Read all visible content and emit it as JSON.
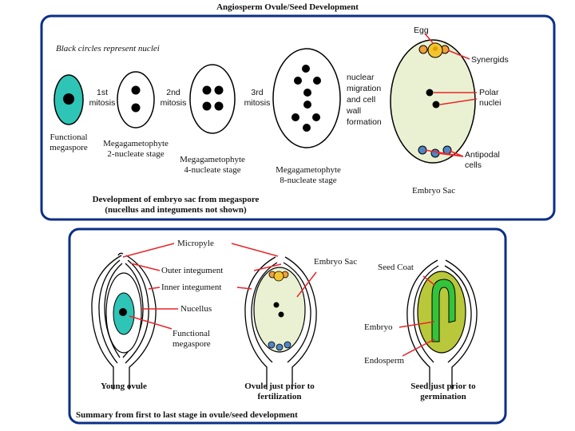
{
  "title": "Angiosperm Ovule/Seed Development",
  "colors": {
    "frame": "#0b2f86",
    "teal": "#2ec4b6",
    "embryo_sac": "#eaf1d3",
    "endosperm": "#b9c83a",
    "embryo": "#33c43c",
    "yellow": "#f4c430",
    "orange": "#f2a03a",
    "blue": "#4f86c6",
    "pointer": "#e8262b"
  },
  "top_panel": {
    "note": "Black circles represent nuclei",
    "stages": [
      {
        "label1": "Functional",
        "label2": "megaspore"
      },
      {
        "label1": "Megagametophyte",
        "label2": "2-nucleate stage"
      },
      {
        "label1": "Megagametophyte",
        "label2": "4-nucleate stage"
      },
      {
        "label1": "Megagametophyte",
        "label2": "8-nucleate stage"
      }
    ],
    "mitosis": [
      {
        "line1": "1st",
        "line2": "mitosis"
      },
      {
        "line1": "2nd",
        "line2": "mitosis"
      },
      {
        "line1": "3rd",
        "line2": "mitosis"
      }
    ],
    "migration": [
      "nuclear",
      "migration",
      "and cell",
      "wall",
      "formation"
    ],
    "sac_labels": {
      "egg": "Egg",
      "synergids": "Synergids",
      "polar1": "Polar",
      "polar2": "nuclei",
      "antipodal1": "Antipodal",
      "antipodal2": "cells",
      "embryo_sac": "Embryo Sac"
    },
    "caption1": "Development of embryo sac from megaspore",
    "caption2": "(nucellus and integuments not shown)"
  },
  "bottom_panel": {
    "labels": {
      "micropyle": "Micropyle",
      "outer_integument": "Outer integument",
      "inner_integument": "Inner integument",
      "nucellus": "Nucellus",
      "functional1": "Functional",
      "functional2": "megaspore",
      "embryo_sac": "Embryo Sac",
      "seed_coat": "Seed Coat",
      "embryo": "Embryo",
      "endosperm": "Endosperm"
    },
    "captions": {
      "young": "Young ovule",
      "ovule1": "Ovule just prior to",
      "ovule2": "fertilization",
      "seed1": "Seed just prior to",
      "seed2": "germination"
    },
    "summary": "Summary from first to last stage in ovule/seed development"
  }
}
